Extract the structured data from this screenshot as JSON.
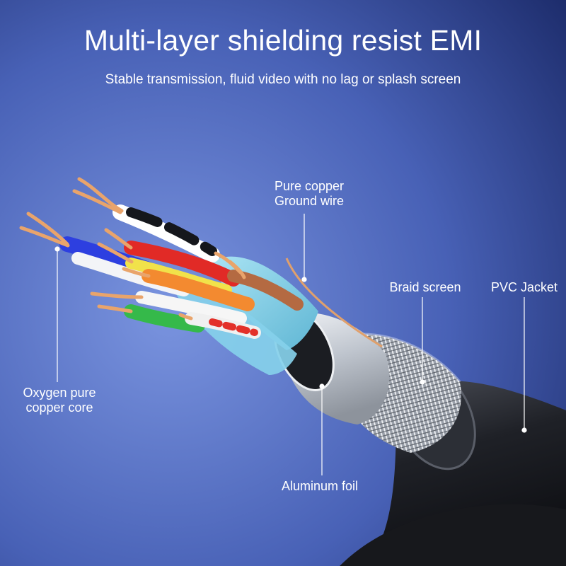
{
  "title": "Multi-layer shielding resist EMI",
  "subtitle": "Stable transmission, fluid video with no lag or splash screen",
  "labels": {
    "ground_line1": "Pure copper",
    "ground_line2": "Ground wire",
    "braid": "Braid screen",
    "pvc": "PVC Jacket",
    "copper_line1": "Oxygen pure",
    "copper_line2": "copper core",
    "foil": "Aluminum foil"
  },
  "colors": {
    "background_light": "#6d88d8",
    "background_dark": "#1d2c6b",
    "jacket": "#2a2c33",
    "braid": "#c9ccd3",
    "foil": "#d7dbe1",
    "twisted_pair_shield": "#8fd6ee",
    "copper": "#e7a36a",
    "label_text": "#ffffff"
  }
}
